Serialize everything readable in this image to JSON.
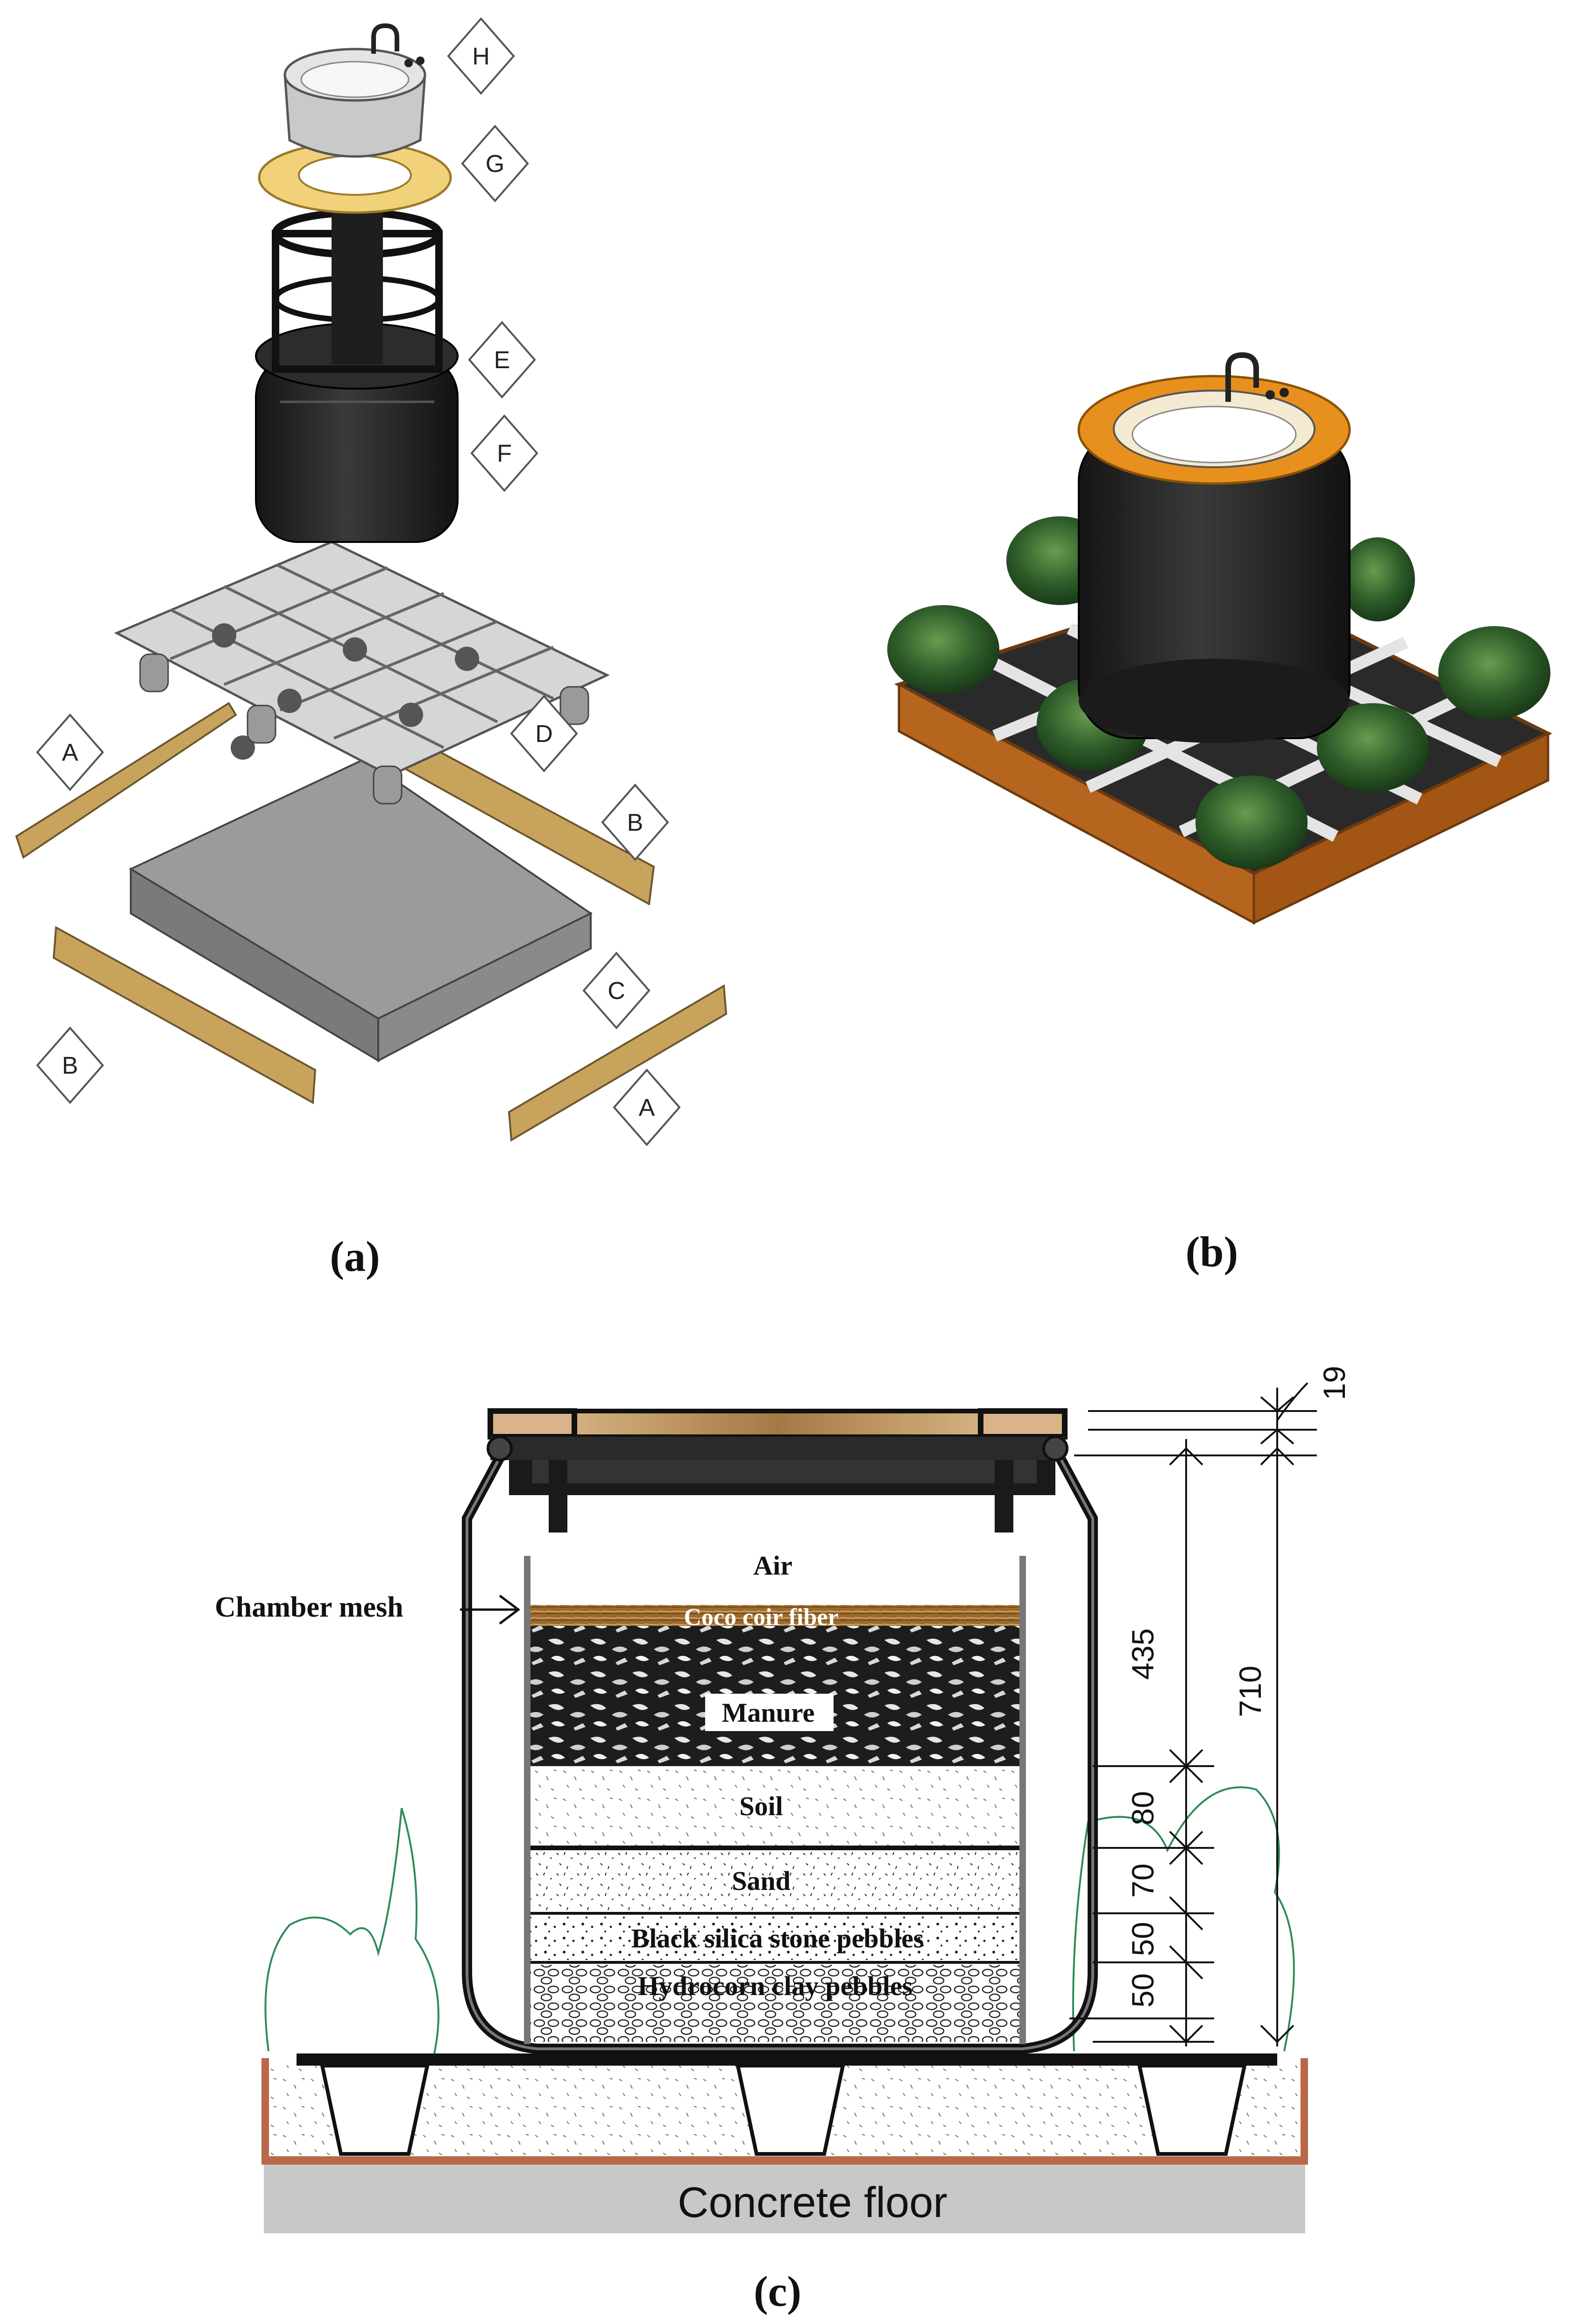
{
  "panels": {
    "a": "(a)",
    "b": "(b)",
    "c": "(c)"
  },
  "callouts": {
    "h": "H",
    "g": "G",
    "e": "E",
    "f": "F",
    "d": "D",
    "a1": "A",
    "a2": "A",
    "b1": "B",
    "b2": "B",
    "c": "C"
  },
  "section": {
    "labels": {
      "air": "Air",
      "chamber_mesh": "Chamber mesh",
      "coco": "Coco coir fiber",
      "manure": "Manure",
      "soil": "Soil",
      "sand": "Sand",
      "silica": "Black silica stone pebbles",
      "hydrocorn": "Hydrocorn clay pebbles",
      "concrete": "Concrete floor"
    },
    "dims": {
      "d19": "19",
      "d435": "435",
      "d710": "710",
      "d80": "80",
      "d70": "70",
      "d50a": "50",
      "d50b": "50"
    }
  },
  "colors": {
    "frame_wood": "#c8a35c",
    "ring_yellow": "#f1d27a",
    "ring_orange": "#e8901e",
    "tank_black": "#232323",
    "planter_brown": "#b5651d",
    "concrete": "#c8c8c8",
    "plant_green": "#2f5d2a"
  }
}
